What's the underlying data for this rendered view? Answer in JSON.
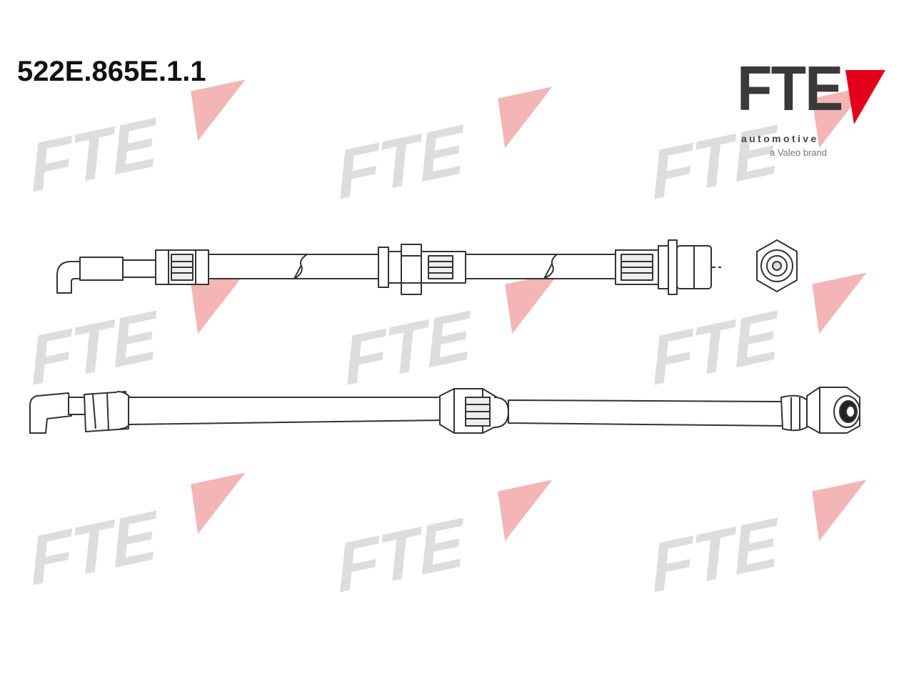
{
  "part_number": "522E.865E.1.1",
  "logo": {
    "word": "FTE",
    "line1": "automotive",
    "line2": "a Valeo brand",
    "accent_color": "#e3001b",
    "text_color": "#3a3a3a"
  },
  "watermark": {
    "word": "FTE",
    "text_color": "#dcdcdc",
    "accent_color": "#f3b5b5"
  },
  "icons": {
    "hose_top": "brake-hose-side-view-icon",
    "hex_end": "hex-nut-end-view-icon",
    "hose_bottom": "brake-hose-perspective-icon"
  }
}
